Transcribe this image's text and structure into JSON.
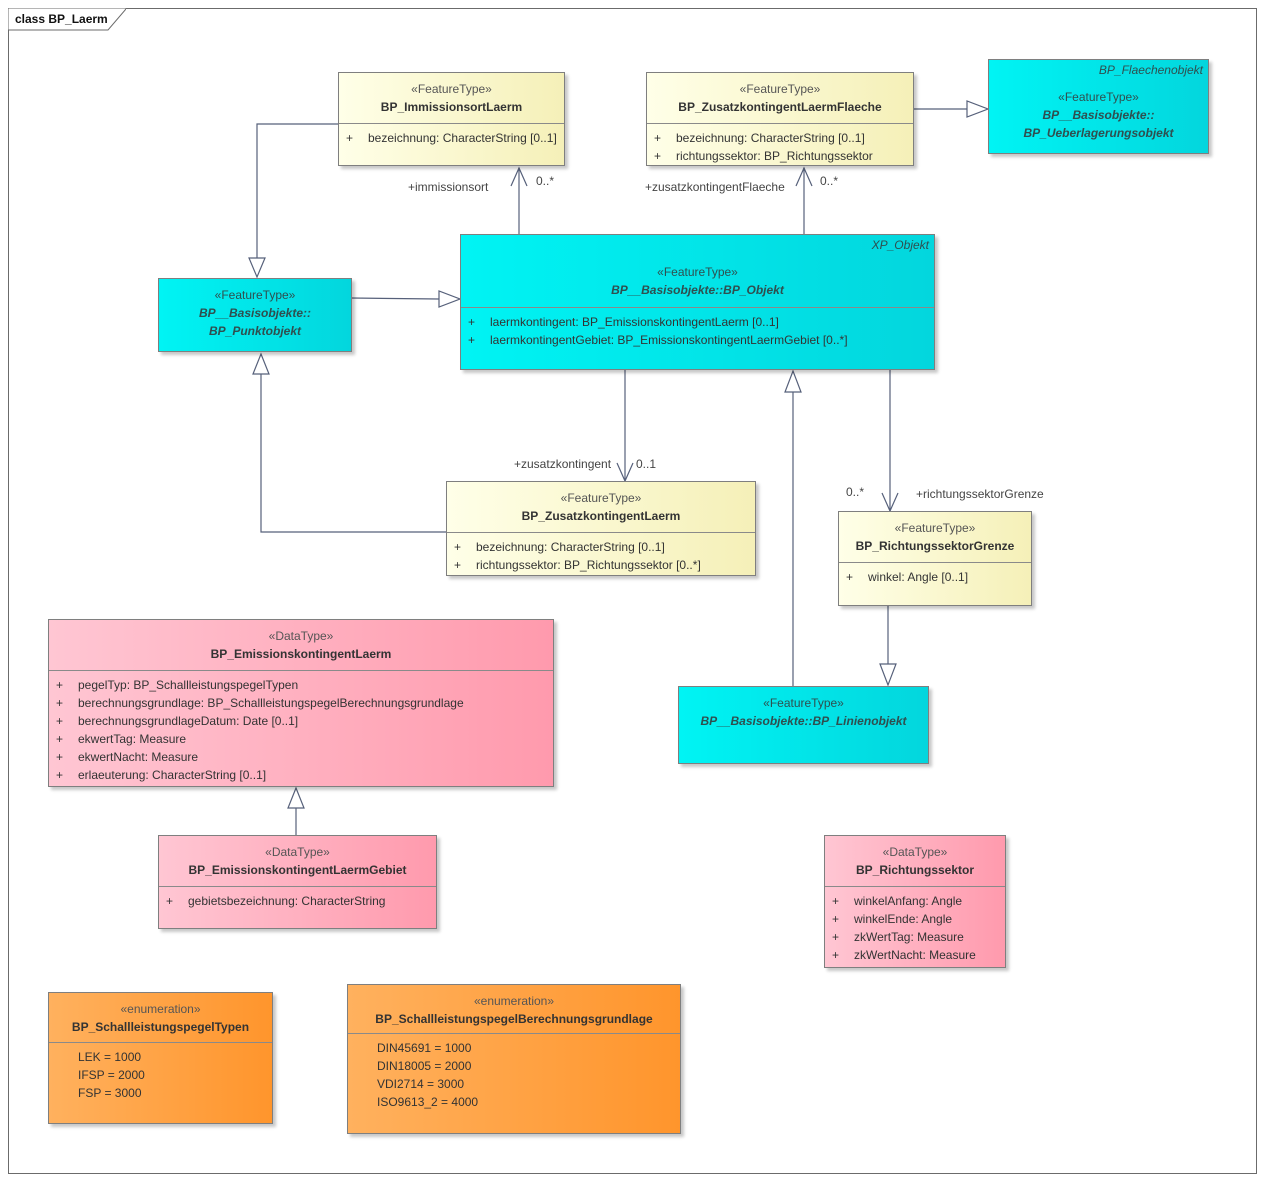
{
  "diagram": {
    "title": "class BP_Laerm"
  },
  "classes": {
    "immissionsort": {
      "stereotype": "«FeatureType»",
      "name": "BP_ImmissionsortLaerm",
      "attributes": [
        {
          "vis": "+",
          "text": "bezeichnung: CharacterString [0..1]"
        }
      ]
    },
    "zusatzFlaeche": {
      "stereotype": "«FeatureType»",
      "name": "BP_ZusatzkontingentLaermFlaeche",
      "attributes": [
        {
          "vis": "+",
          "text": "bezeichnung: CharacterString [0..1]"
        },
        {
          "vis": "+",
          "text": "richtungssektor: BP_Richtungssektor"
        }
      ]
    },
    "ueberlagerung": {
      "parent": "BP_Flaechenobjekt",
      "stereotype": "«FeatureType»",
      "name1": "BP__Basisobjekte::",
      "name2": "BP_Ueberlagerungsobjekt"
    },
    "punktobjekt": {
      "stereotype": "«FeatureType»",
      "name1": "BP__Basisobjekte::",
      "name2": "BP_Punktobjekt"
    },
    "objekt": {
      "parent": "XP_Objekt",
      "stereotype": "«FeatureType»",
      "name": "BP__Basisobjekte::BP_Objekt",
      "attributes": [
        {
          "vis": "+",
          "text": "laermkontingent: BP_EmissionskontingentLaerm [0..1]"
        },
        {
          "vis": "+",
          "text": "laermkontingentGebiet: BP_EmissionskontingentLaermGebiet [0..*]"
        }
      ]
    },
    "zusatzkontingent": {
      "stereotype": "«FeatureType»",
      "name": "BP_ZusatzkontingentLaerm",
      "attributes": [
        {
          "vis": "+",
          "text": "bezeichnung: CharacterString [0..1]"
        },
        {
          "vis": "+",
          "text": "richtungssektor: BP_Richtungssektor [0..*]"
        }
      ]
    },
    "grenze": {
      "stereotype": "«FeatureType»",
      "name": "BP_RichtungssektorGrenze",
      "attributes": [
        {
          "vis": "+",
          "text": "winkel: Angle [0..1]"
        }
      ]
    },
    "emission": {
      "stereotype": "«DataType»",
      "name": "BP_EmissionskontingentLaerm",
      "attributes": [
        {
          "vis": "+",
          "text": "pegelTyp: BP_SchallleistungspegelTypen"
        },
        {
          "vis": "+",
          "text": "berechnungsgrundlage: BP_SchallleistungspegelBerechnungsgrundlage"
        },
        {
          "vis": "+",
          "text": "berechnungsgrundlageDatum: Date [0..1]"
        },
        {
          "vis": "+",
          "text": "ekwertTag: Measure"
        },
        {
          "vis": "+",
          "text": "ekwertNacht: Measure"
        },
        {
          "vis": "+",
          "text": "erlaeuterung: CharacterString [0..1]"
        }
      ]
    },
    "linienobjekt": {
      "stereotype": "«FeatureType»",
      "name": "BP__Basisobjekte::BP_Linienobjekt"
    },
    "emissionGebiet": {
      "stereotype": "«DataType»",
      "name": "BP_EmissionskontingentLaermGebiet",
      "attributes": [
        {
          "vis": "+",
          "text": "gebietsbezeichnung: CharacterString"
        }
      ]
    },
    "richtungssektor": {
      "stereotype": "«DataType»",
      "name": "BP_Richtungssektor",
      "attributes": [
        {
          "vis": "+",
          "text": "winkelAnfang: Angle"
        },
        {
          "vis": "+",
          "text": "winkelEnde: Angle"
        },
        {
          "vis": "+",
          "text": "zkWertTag: Measure"
        },
        {
          "vis": "+",
          "text": "zkWertNacht: Measure"
        }
      ]
    },
    "pegelTypen": {
      "stereotype": "«enumeration»",
      "name": "BP_SchallleistungspegelTypen",
      "literals": [
        "LEK = 1000",
        "IFSP = 2000",
        "FSP = 3000"
      ]
    },
    "berechnungsgrundlage": {
      "stereotype": "«enumeration»",
      "name": "BP_SchallleistungspegelBerechnungsgrundlage",
      "literals": [
        "DIN45691 = 1000",
        "DIN18005 = 2000",
        "VDI2714 = 3000",
        "ISO9613_2 = 4000"
      ]
    }
  },
  "labels": {
    "immissionsort_role": "+immissionsort",
    "immissionsort_mult": "0..*",
    "zusatzFlaeche_role": "+zusatzkontingentFlaeche",
    "zusatzFlaeche_mult": "0..*",
    "zusatz_role": "+zusatzkontingent",
    "zusatz_mult": "0..1",
    "grenze_mult": "0..*",
    "grenze_role": "+richtungssektorGrenze"
  },
  "colors": {
    "featureType": "#f7f3c4",
    "basisobjekt": "#00e5ea",
    "dataType": "#ffaabb",
    "enumeration": "#ffa040",
    "line": "#56607a"
  }
}
